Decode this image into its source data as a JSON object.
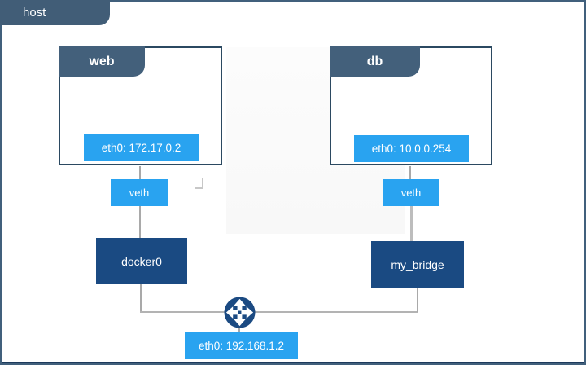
{
  "diagram": {
    "host": {
      "label": "host",
      "interface": "eth0: 192.168.1.2"
    },
    "nodes": {
      "web": {
        "label": "web",
        "interface": "eth0: 172.17.0.2",
        "veth": "veth",
        "bridge": "docker0"
      },
      "db": {
        "label": "db",
        "interface": "eth0: 10.0.0.254",
        "veth": "veth",
        "bridge": "my_bridge"
      }
    },
    "icons": {
      "router": "four-way-arrows-icon"
    },
    "colors": {
      "tab_slate": "#43607B",
      "bridge_navy": "#1A4A82",
      "badge_blue": "#29A3F0",
      "line_gray": "#A9A9A9",
      "container_border": "#2B4961"
    }
  }
}
